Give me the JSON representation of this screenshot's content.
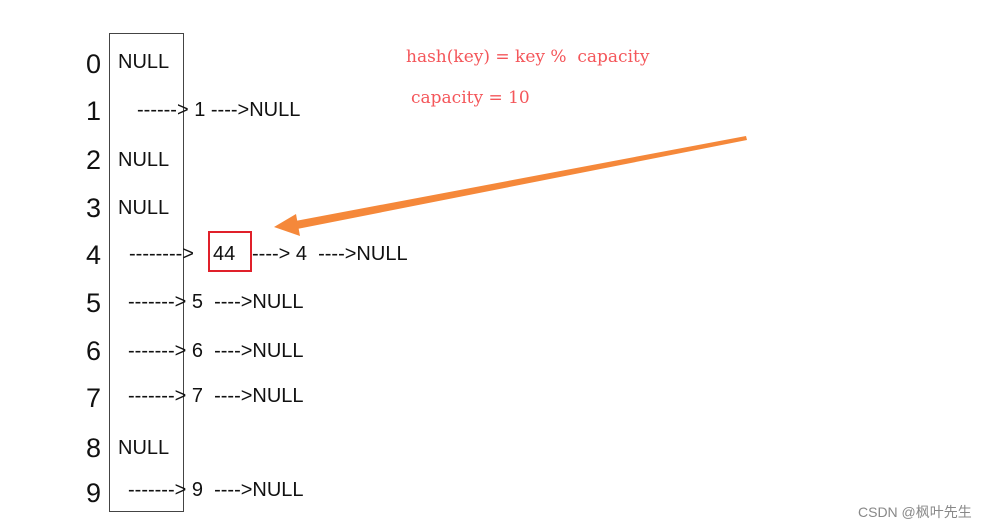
{
  "formulas": {
    "hash": "hash(key) = key %  capacity",
    "capacity": "capacity = 10"
  },
  "rows": [
    {
      "index": "0",
      "content": "NULL"
    },
    {
      "index": "1",
      "content": "------> 1 ---->NULL"
    },
    {
      "index": "2",
      "content": "NULL"
    },
    {
      "index": "3",
      "content": "NULL"
    },
    {
      "index": "4",
      "content": "-------->",
      "highlight": "44",
      "rest": "----> 4  ---->NULL"
    },
    {
      "index": "5",
      "content": "-------> 5  ---->NULL"
    },
    {
      "index": "6",
      "content": "-------> 6  ---->NULL"
    },
    {
      "index": "7",
      "content": "-------> 7  ---->NULL"
    },
    {
      "index": "8",
      "content": "NULL"
    },
    {
      "index": "9",
      "content": "-------> 9  ---->NULL"
    }
  ],
  "colors": {
    "arrow": "#f5883a",
    "highlight_border": "#e0202a",
    "formula": "#f4565a"
  },
  "watermark": "CSDN @枫叶先生"
}
